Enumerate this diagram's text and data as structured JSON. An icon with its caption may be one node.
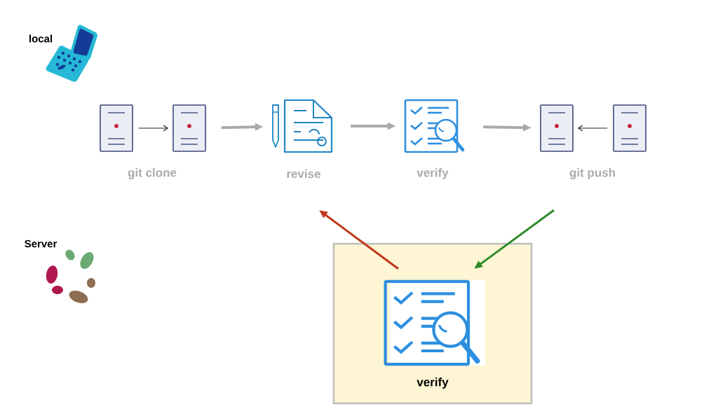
{
  "diagram": {
    "nodes": [
      {
        "text": [],
        "shape": "picture"
      },
      {
        "text": [],
        "shape": "picture"
      },
      {
        "text": [
          "revise"
        ]
      },
      {
        "text": [
          "verify"
        ]
      },
      {
        "text": [],
        "shape": "picture"
      },
      {
        "text": [],
        "shape": "picture"
      },
      {
        "text": [
          "verify"
        ]
      }
    ],
    "edges": [
      {
        "from": 0,
        "to": 1,
        "arrow": "to",
        "color": "#222222"
      },
      {
        "from": 1,
        "to": 2,
        "arrow": "to"
      },
      {
        "from": 2,
        "to": 3,
        "arrow": "to"
      },
      {
        "from": 3,
        "to": 4,
        "arrow": "to"
      },
      {
        "from": 5,
        "to": 4,
        "arrow": "to",
        "color": "#222222"
      },
      {
        "from": 6,
        "to": null,
        "arrow": "to",
        "color": "#c0391b"
      },
      {
        "from": null,
        "to": 6,
        "arrow": "to",
        "color": "#2e8b2a"
      }
    ],
    "labels": [
      "local",
      "git clone",
      "git push",
      "Server"
    ]
  }
}
